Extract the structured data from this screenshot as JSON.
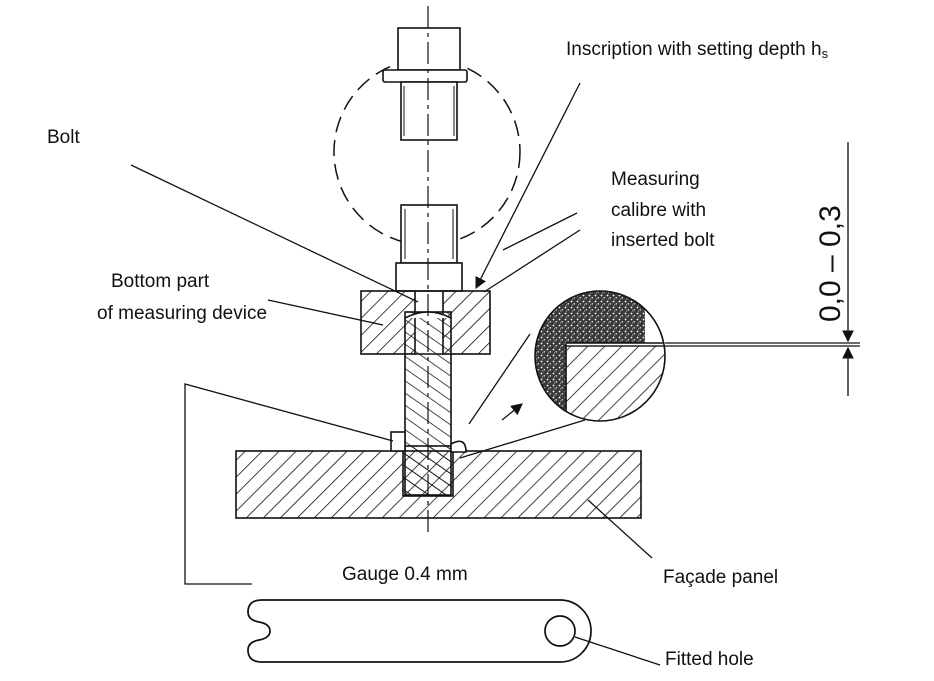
{
  "labels": {
    "inscription": "Inscription with setting depth h",
    "inscription_sub": "s",
    "bolt": "Bolt",
    "measuring_calibre": [
      "Measuring",
      "calibre with",
      "inserted bolt"
    ],
    "bottom_part": [
      "Bottom part",
      "of measuring device"
    ],
    "gauge": "Gauge 0.4 mm",
    "facade_panel": "Façade panel",
    "fitted_hole": "Fitted hole"
  },
  "dimension": {
    "tolerance": "0,0 – 0,3"
  },
  "colors": {
    "ink": "#111111",
    "background": "#ffffff"
  }
}
